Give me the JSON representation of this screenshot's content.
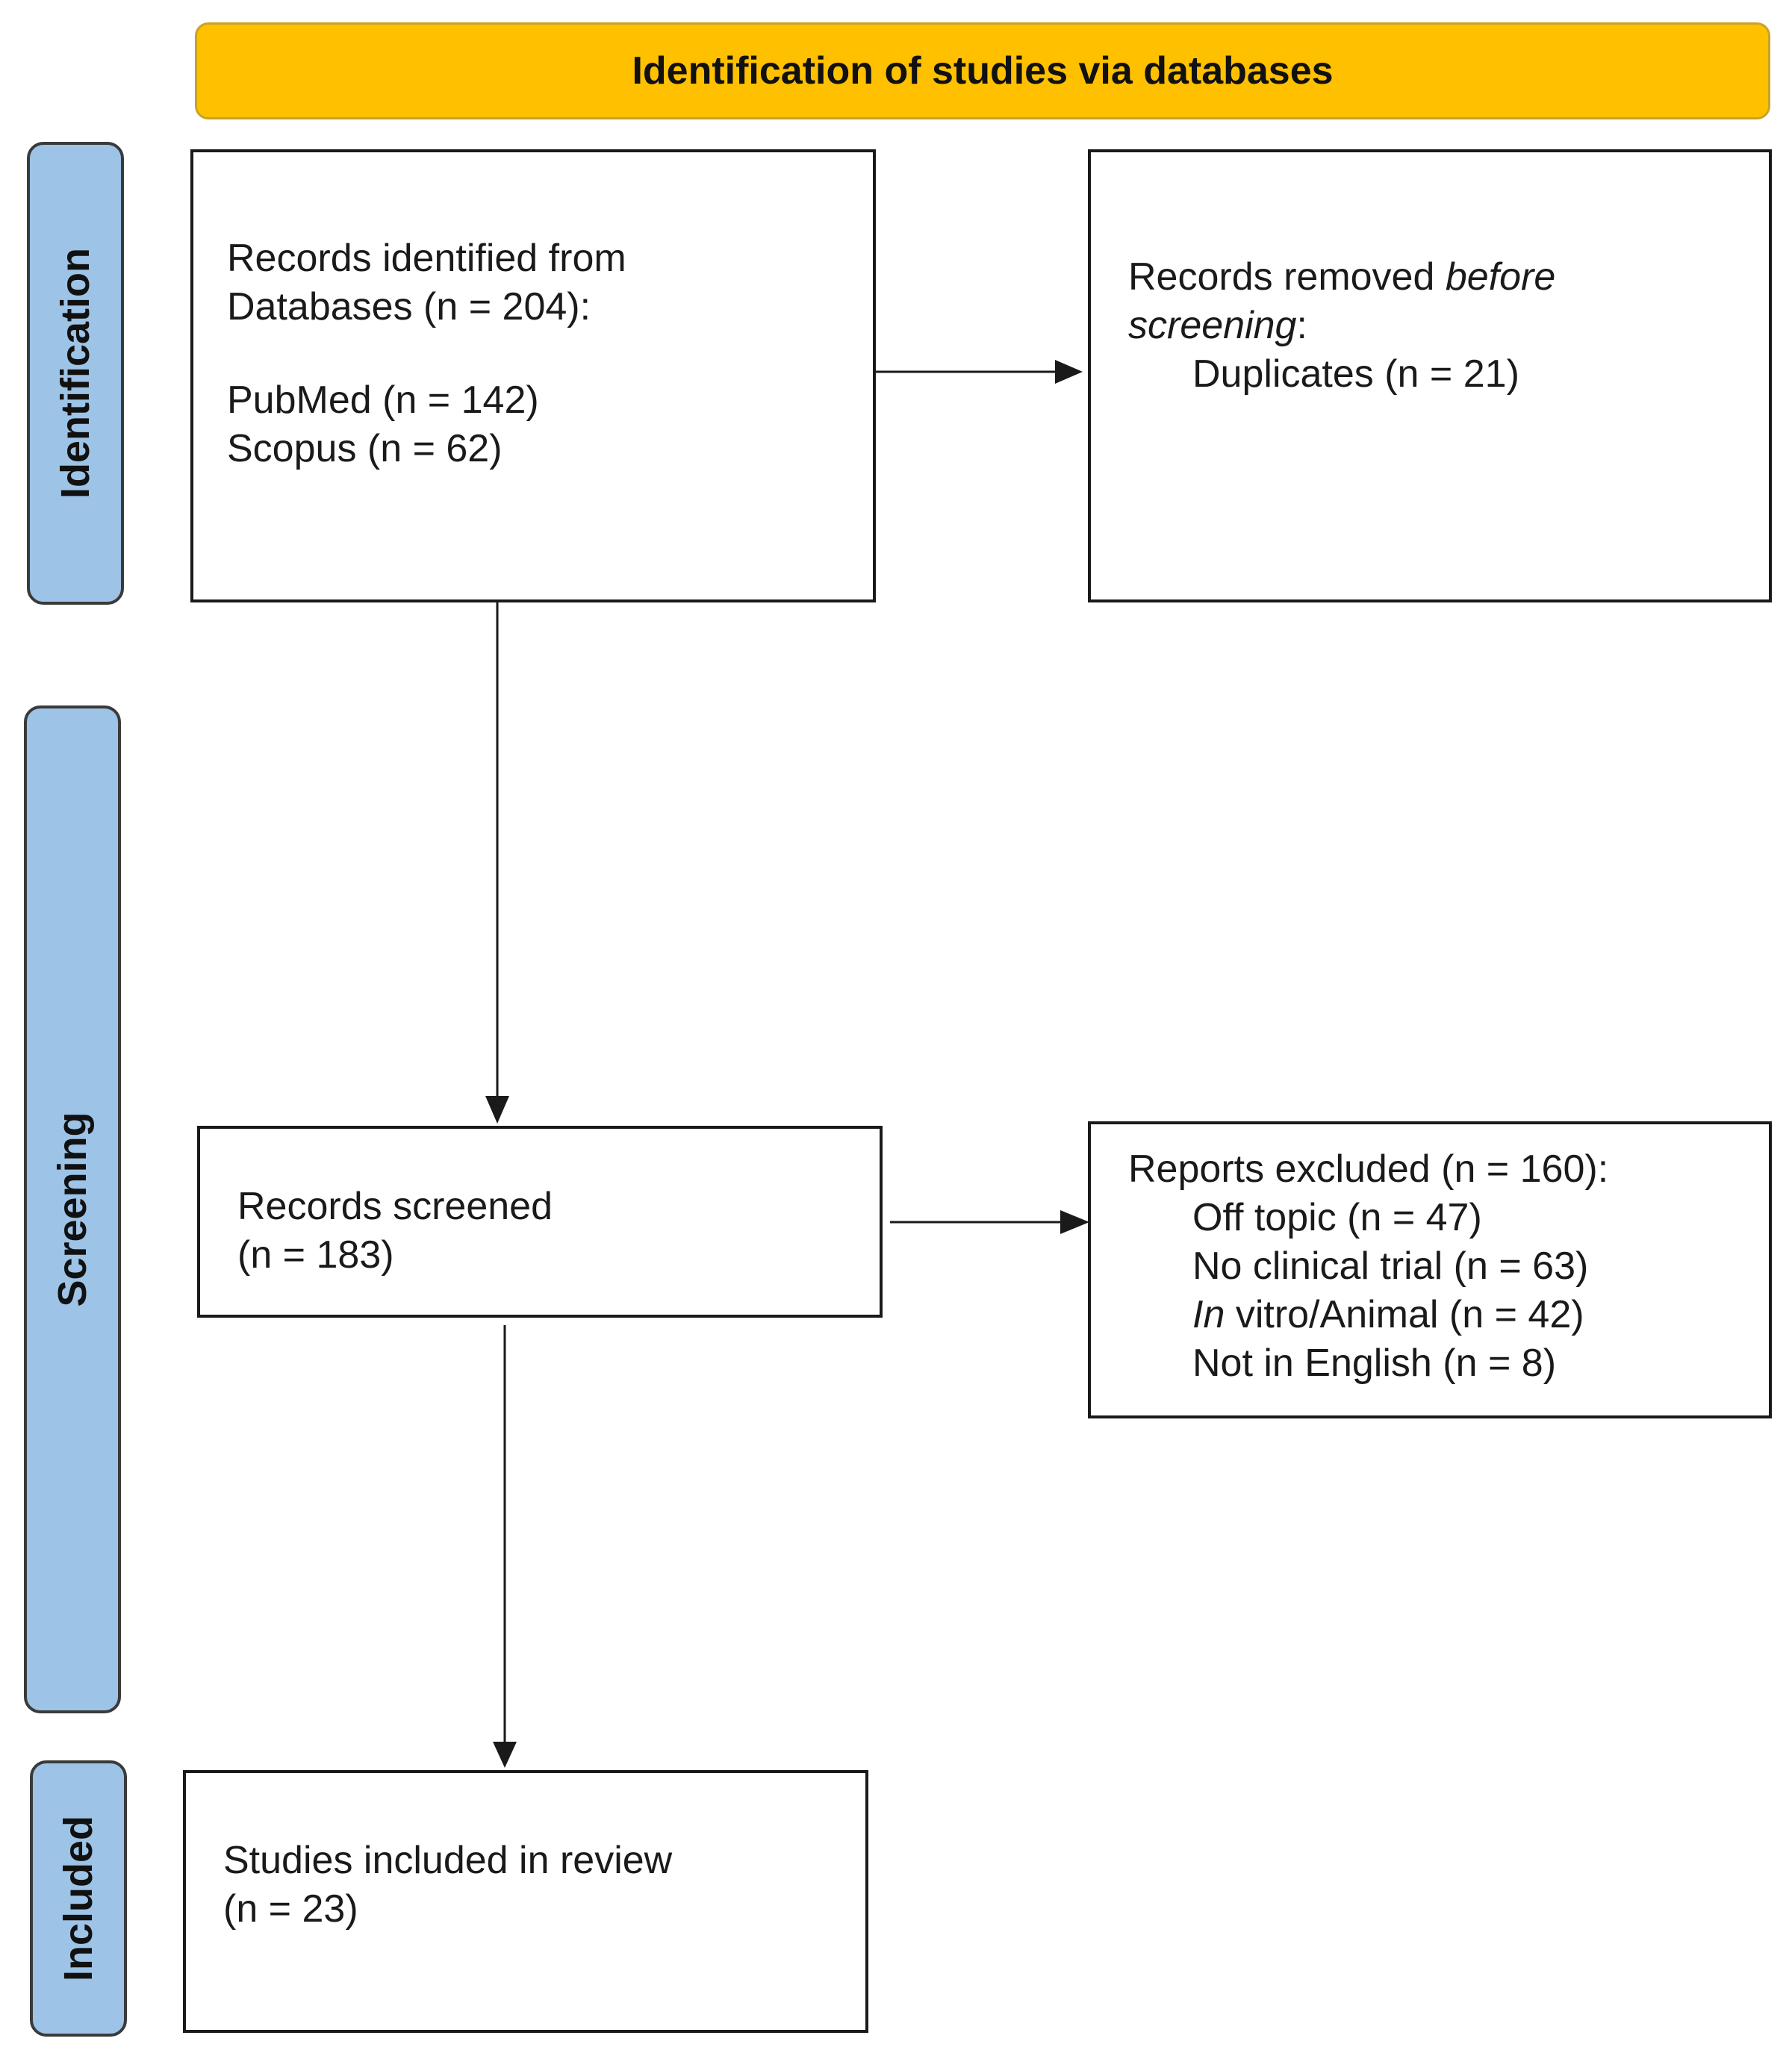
{
  "header": {
    "title": "Identification of studies via databases"
  },
  "phases": {
    "identification": "Identification",
    "screening": "Screening",
    "included": "Included"
  },
  "records_identified": {
    "line1": "Records identified from",
    "line2": "Databases (n = 204):",
    "pubmed": "PubMed (n = 142)",
    "scopus": "Scopus (n = 62)"
  },
  "records_removed": {
    "line1_prefix": "Records removed ",
    "line1_emph": "before",
    "line2_emph": "screening",
    "line2_suffix": ":",
    "duplicates": "Duplicates (n = 21)"
  },
  "records_screened": {
    "line1": "Records screened",
    "line2": "(n = 183)"
  },
  "reports_excluded": {
    "title": "Reports excluded (n = 160):",
    "off_topic": "Off topic (n = 47)",
    "no_clinical_trial": "No clinical trial (n = 63)",
    "in_vitro_emph": "In",
    "in_vitro_rest": " vitro/Animal (n = 42)",
    "not_english": "Not in English (n = 8)"
  },
  "studies_included": {
    "line1": "Studies included in review",
    "line2": "(n = 23)"
  }
}
